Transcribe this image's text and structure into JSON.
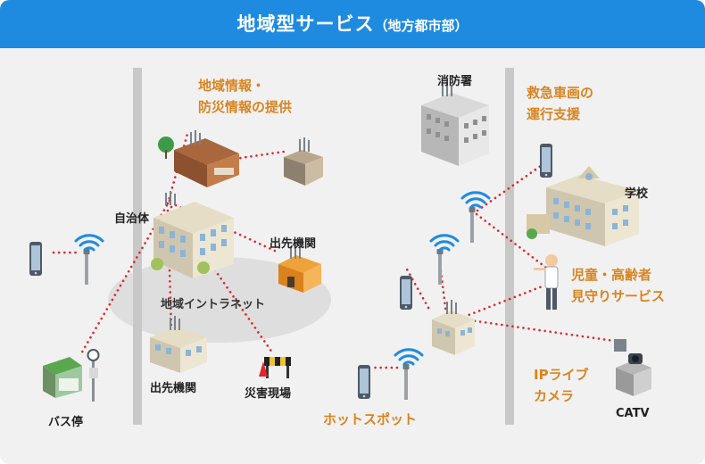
{
  "header": {
    "title": "地域型サービス",
    "subtitle": "（地方都市部）"
  },
  "labels": {
    "info_line1": "地域情報・",
    "info_line2": "防災情報の提供",
    "local_gov": "自治体",
    "branch_office_1": "出先機関",
    "branch_office_2": "出先機関",
    "intranet": "地域イントラネット",
    "disaster_site": "災害現場",
    "bus_stop": "バス停",
    "fire_station": "消防署",
    "emergency_line1": "救急車画の",
    "emergency_line2": "運行支援",
    "school": "学校",
    "watch_line1": "児童・高齢者",
    "watch_line2": "見守りサービス",
    "hotspot": "ホットスポット",
    "ipcam_line1": "IPライブ",
    "ipcam_line2": "カメラ",
    "catv": "CATV"
  },
  "colors": {
    "header": "#1e8be0",
    "background": "#f1f1f1",
    "accent_text": "#d9841e",
    "link_dots": "#e0262b",
    "wifi": "#1e8be0",
    "divider": "#c8c8c8",
    "intranet_ellipse": "#dedede"
  },
  "icons": [
    "smartphone-icon",
    "wifi-signal-icon",
    "antenna-icon",
    "building-icon",
    "bus-stop-icon",
    "fire-station-icon",
    "school-icon",
    "person-icon",
    "camera-icon",
    "warning-barrier-icon",
    "tree-icon"
  ]
}
